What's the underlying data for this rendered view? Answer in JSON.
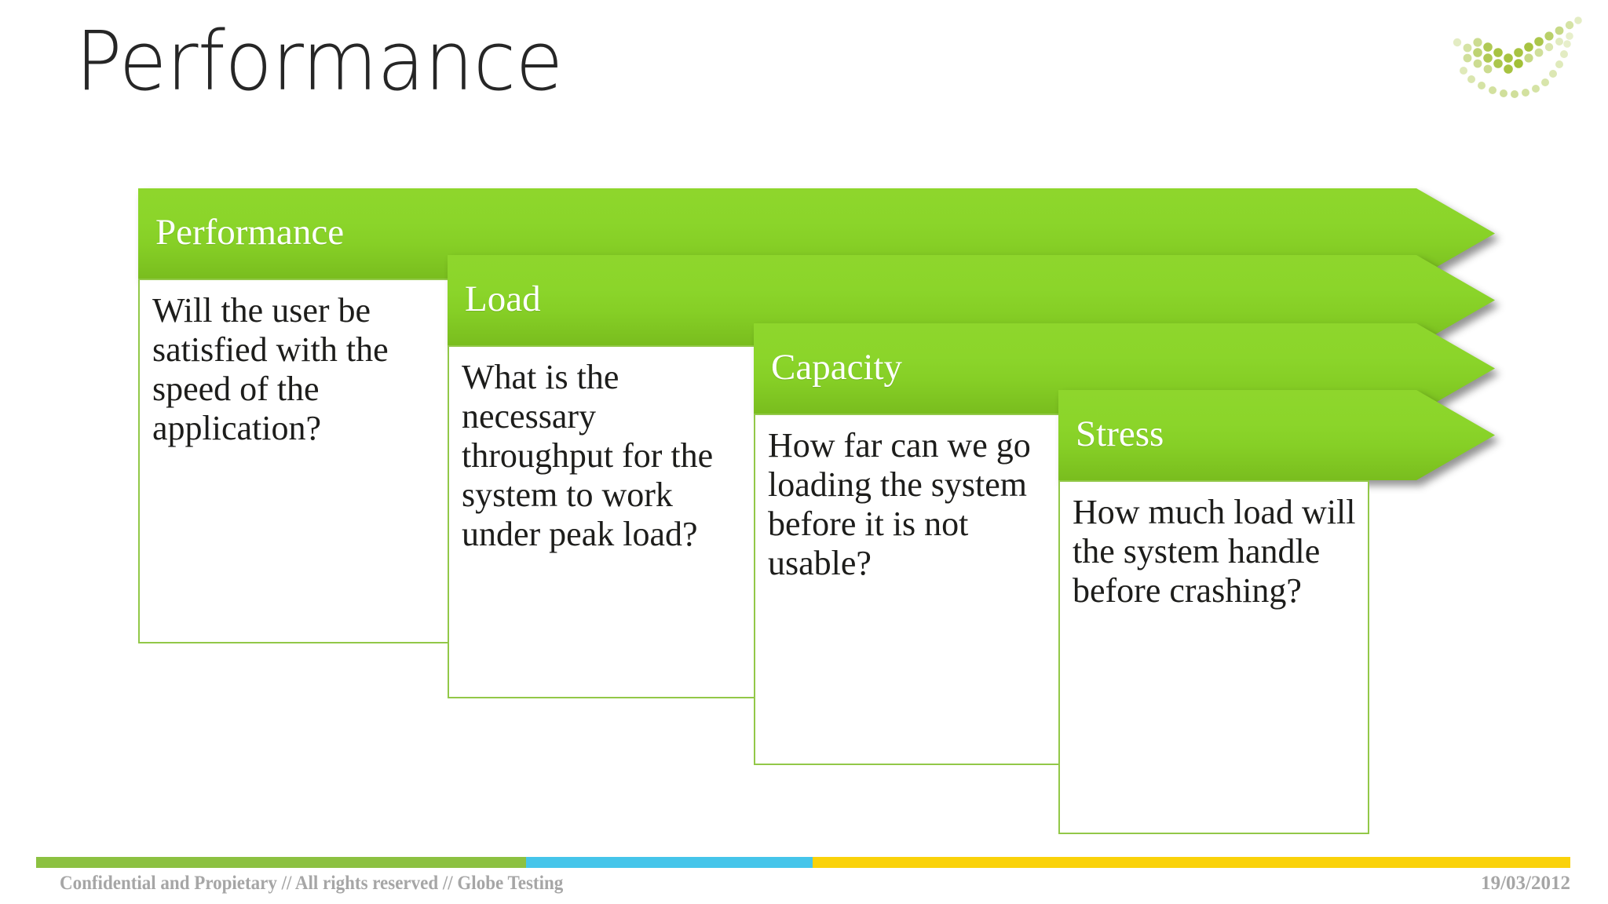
{
  "slide": {
    "title": "Performance",
    "logo_icon": "dotted-checkmark-logo"
  },
  "diagram": {
    "type": "staggered-chevron-process",
    "steps": [
      {
        "label": "Performance",
        "text": "Will the user be satisfied with the speed of the application?"
      },
      {
        "label": "Load",
        "text": "What is the necessary throughput for the system to work under peak load?"
      },
      {
        "label": "Capacity",
        "text": "How far can we go loading the system before it is not usable?"
      },
      {
        "label": "Stress",
        "text": "How much load will the system handle before crashing?"
      }
    ]
  },
  "footer": {
    "confidentiality": "Confidential and Propietary // All rights reserved // Globe Testing",
    "date": "19/03/2012",
    "bar_colors": {
      "green": "#8cc141",
      "blue": "#45c5ea",
      "yellow": "#fad20a"
    }
  },
  "colors": {
    "band_green_top": "#8ed62c",
    "band_green_bottom": "#79bd1e",
    "box_border": "#92c848",
    "title_text": "#262626",
    "body_text": "#1d1d1b",
    "footer_text": "#a6a6a6",
    "logo_green": "#a2c037"
  }
}
